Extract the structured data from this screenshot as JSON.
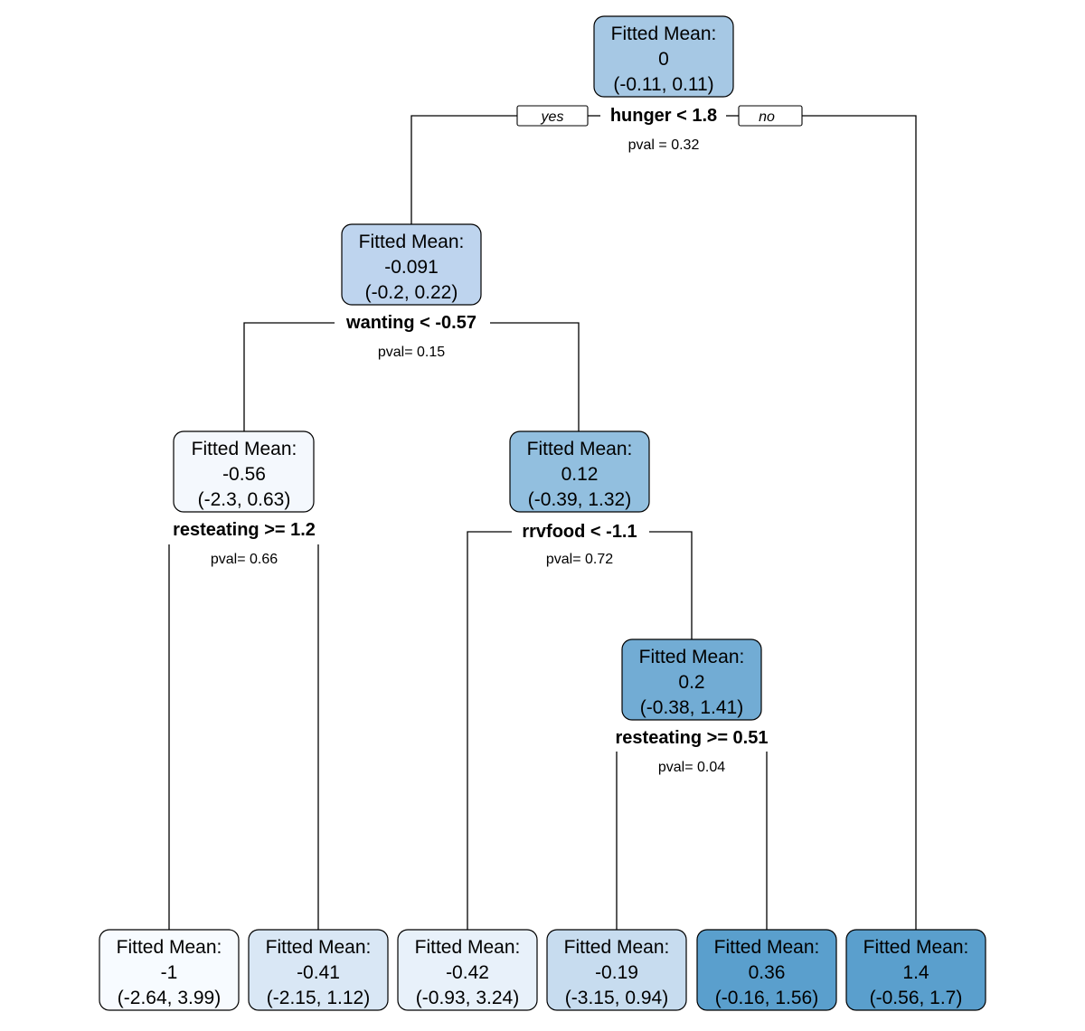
{
  "branch_labels": {
    "yes": "yes",
    "no": "no"
  },
  "node_title": "Fitted Mean:",
  "nodes": [
    {
      "id": "n1",
      "mean": "0",
      "ci": "(-0.11, 0.11)",
      "fill": "#a6c8e4"
    },
    {
      "id": "n2",
      "mean": "-0.091",
      "ci": "(-0.2, 0.22)",
      "fill": "#bed4ee"
    },
    {
      "id": "n3",
      "mean": "-0.56",
      "ci": "(-2.3, 0.63)",
      "fill": "#f4f8fd"
    },
    {
      "id": "n4",
      "mean": "0.12",
      "ci": "(-0.39, 1.32)",
      "fill": "#92bfdf"
    },
    {
      "id": "n5",
      "mean": "0.2",
      "ci": "(-0.38, 1.41)",
      "fill": "#72acd4"
    },
    {
      "id": "l1",
      "mean": "-1",
      "ci": "(-2.64, 3.99)",
      "fill": "#f7fbff"
    },
    {
      "id": "l2",
      "mean": "-0.41",
      "ci": "(-2.15, 1.12)",
      "fill": "#d9e7f5"
    },
    {
      "id": "l3",
      "mean": "-0.42",
      "ci": "(-0.93, 3.24)",
      "fill": "#e8f1fa"
    },
    {
      "id": "l4",
      "mean": "-0.19",
      "ci": "(-3.15, 0.94)",
      "fill": "#c7dcef"
    },
    {
      "id": "l5",
      "mean": "0.36",
      "ci": "(-0.16, 1.56)",
      "fill": "#5a9fcd"
    },
    {
      "id": "l6",
      "mean": "1.4",
      "ci": "(-0.56, 1.7)",
      "fill": "#5a9fcd"
    }
  ],
  "splits": [
    {
      "id": "s1",
      "rule": "hunger < 1.8",
      "pval": "pval =  0.32"
    },
    {
      "id": "s2",
      "rule": "wanting < -0.57",
      "pval": "pval= 0.15"
    },
    {
      "id": "s3",
      "rule": "resteating >= 1.2",
      "pval": "pval= 0.66"
    },
    {
      "id": "s4",
      "rule": "rrvfood < -1.1",
      "pval": "pval= 0.72"
    },
    {
      "id": "s5",
      "rule": "resteating >= 0.51",
      "pval": "pval= 0.04"
    }
  ]
}
